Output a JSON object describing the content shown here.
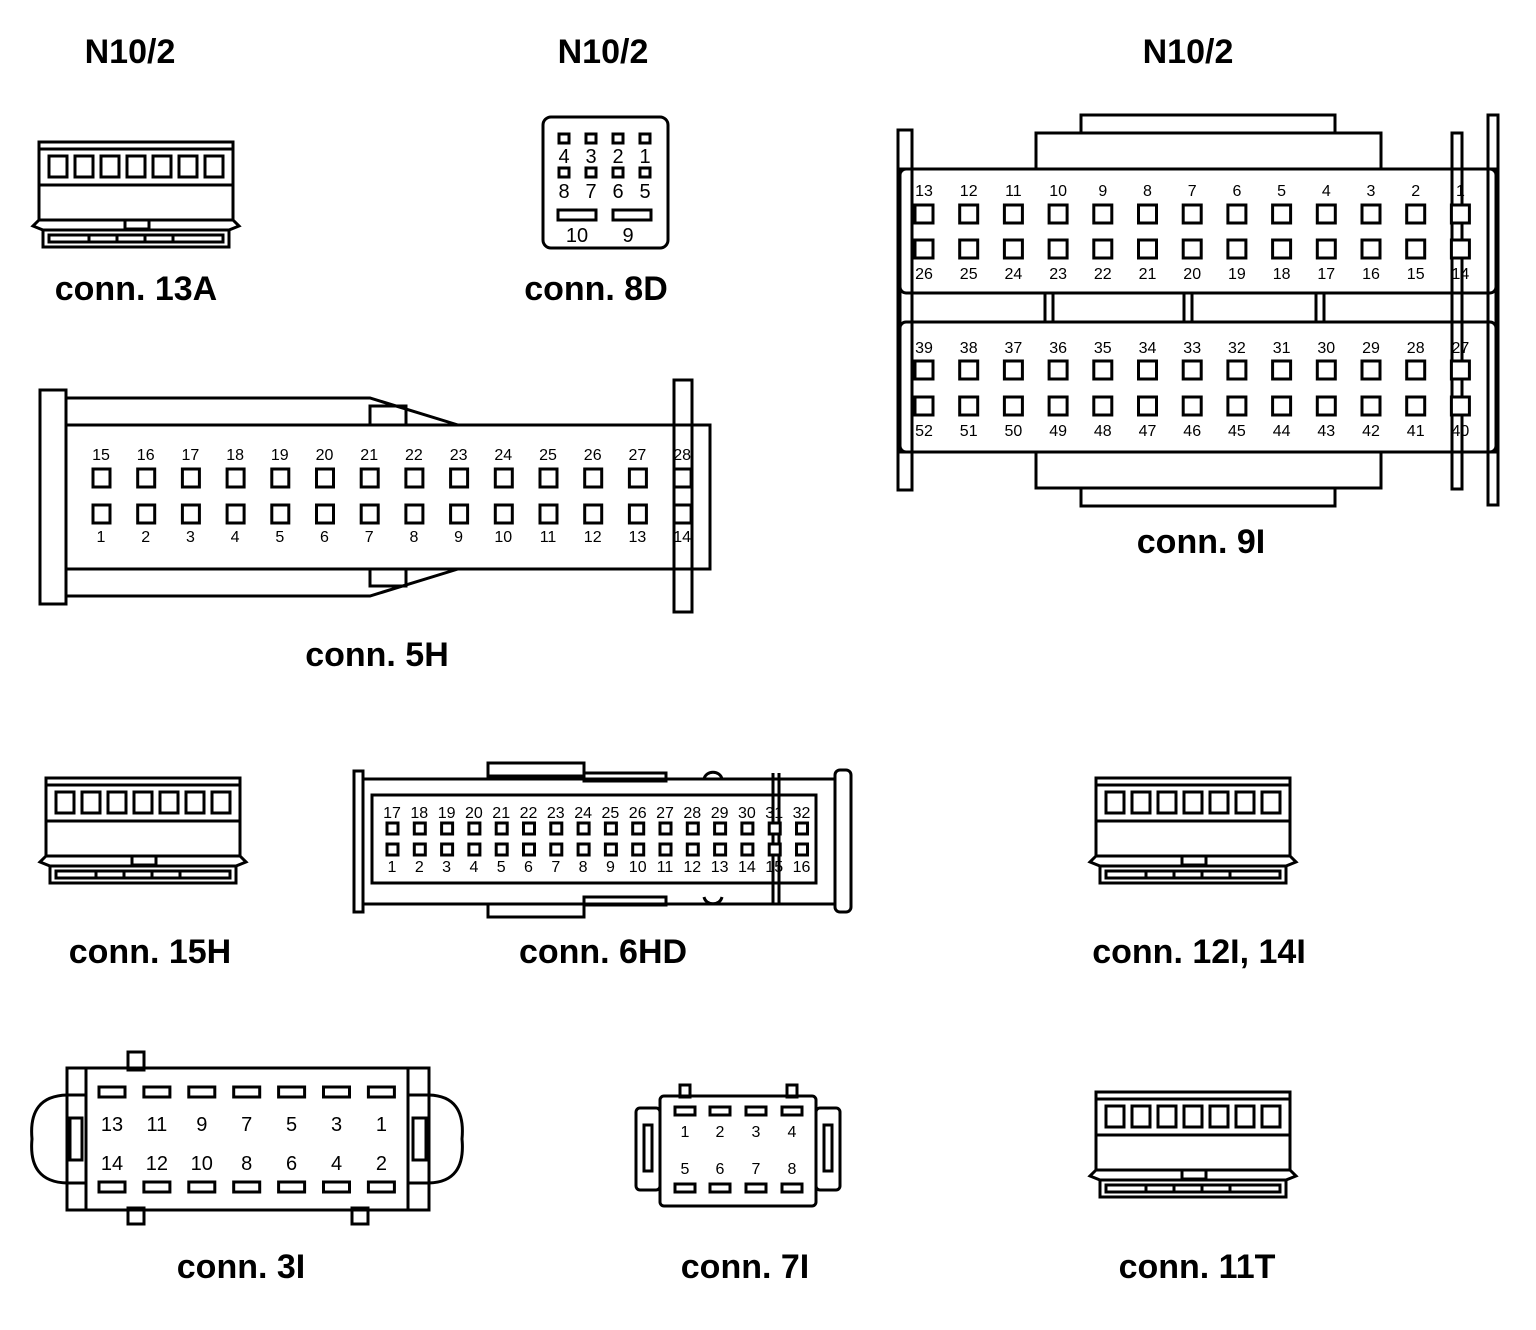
{
  "component_labels": [
    "N10/2",
    "N10/2",
    "N10/2"
  ],
  "connectors": {
    "c13A": {
      "caption": "conn. 13A"
    },
    "c8D": {
      "caption": "conn. 8D",
      "pins": [
        "4",
        "3",
        "2",
        "1",
        "8",
        "7",
        "6",
        "5",
        "10",
        "9"
      ]
    },
    "c9I": {
      "caption": "conn. 9I",
      "rows": [
        [
          "13",
          "12",
          "11",
          "10",
          "9",
          "8",
          "7",
          "6",
          "5",
          "4",
          "3",
          "2",
          "1"
        ],
        [
          "26",
          "25",
          "24",
          "23",
          "22",
          "21",
          "20",
          "19",
          "18",
          "17",
          "16",
          "15",
          "14"
        ],
        [
          "39",
          "38",
          "37",
          "36",
          "35",
          "34",
          "33",
          "32",
          "31",
          "30",
          "29",
          "28",
          "27"
        ],
        [
          "52",
          "51",
          "50",
          "49",
          "48",
          "47",
          "46",
          "45",
          "44",
          "43",
          "42",
          "41",
          "40"
        ]
      ]
    },
    "c5H": {
      "caption": "conn. 5H",
      "rows": [
        [
          "15",
          "16",
          "17",
          "18",
          "19",
          "20",
          "21",
          "22",
          "23",
          "24",
          "25",
          "26",
          "27",
          "28"
        ],
        [
          "1",
          "2",
          "3",
          "4",
          "5",
          "6",
          "7",
          "8",
          "9",
          "10",
          "11",
          "12",
          "13",
          "14"
        ]
      ]
    },
    "c15H": {
      "caption": "conn. 15H"
    },
    "c6HD": {
      "caption": "conn. 6HD",
      "rows": [
        [
          "17",
          "18",
          "19",
          "20",
          "21",
          "22",
          "23",
          "24",
          "25",
          "26",
          "27",
          "28",
          "29",
          "30",
          "31",
          "32"
        ],
        [
          "1",
          "2",
          "3",
          "4",
          "5",
          "6",
          "7",
          "8",
          "9",
          "10",
          "11",
          "12",
          "13",
          "14",
          "15",
          "16"
        ]
      ]
    },
    "c12I14I": {
      "caption": "conn. 12I, 14I"
    },
    "c3I": {
      "caption": "conn. 3I",
      "rows": [
        [
          "13",
          "11",
          "9",
          "7",
          "5",
          "3",
          "1"
        ],
        [
          "14",
          "12",
          "10",
          "8",
          "6",
          "4",
          "2"
        ]
      ]
    },
    "c7I": {
      "caption": "conn. 7I",
      "rows": [
        [
          "1",
          "2",
          "3",
          "4"
        ],
        [
          "5",
          "6",
          "7",
          "8"
        ]
      ]
    },
    "c11T": {
      "caption": "conn. 11T"
    }
  }
}
